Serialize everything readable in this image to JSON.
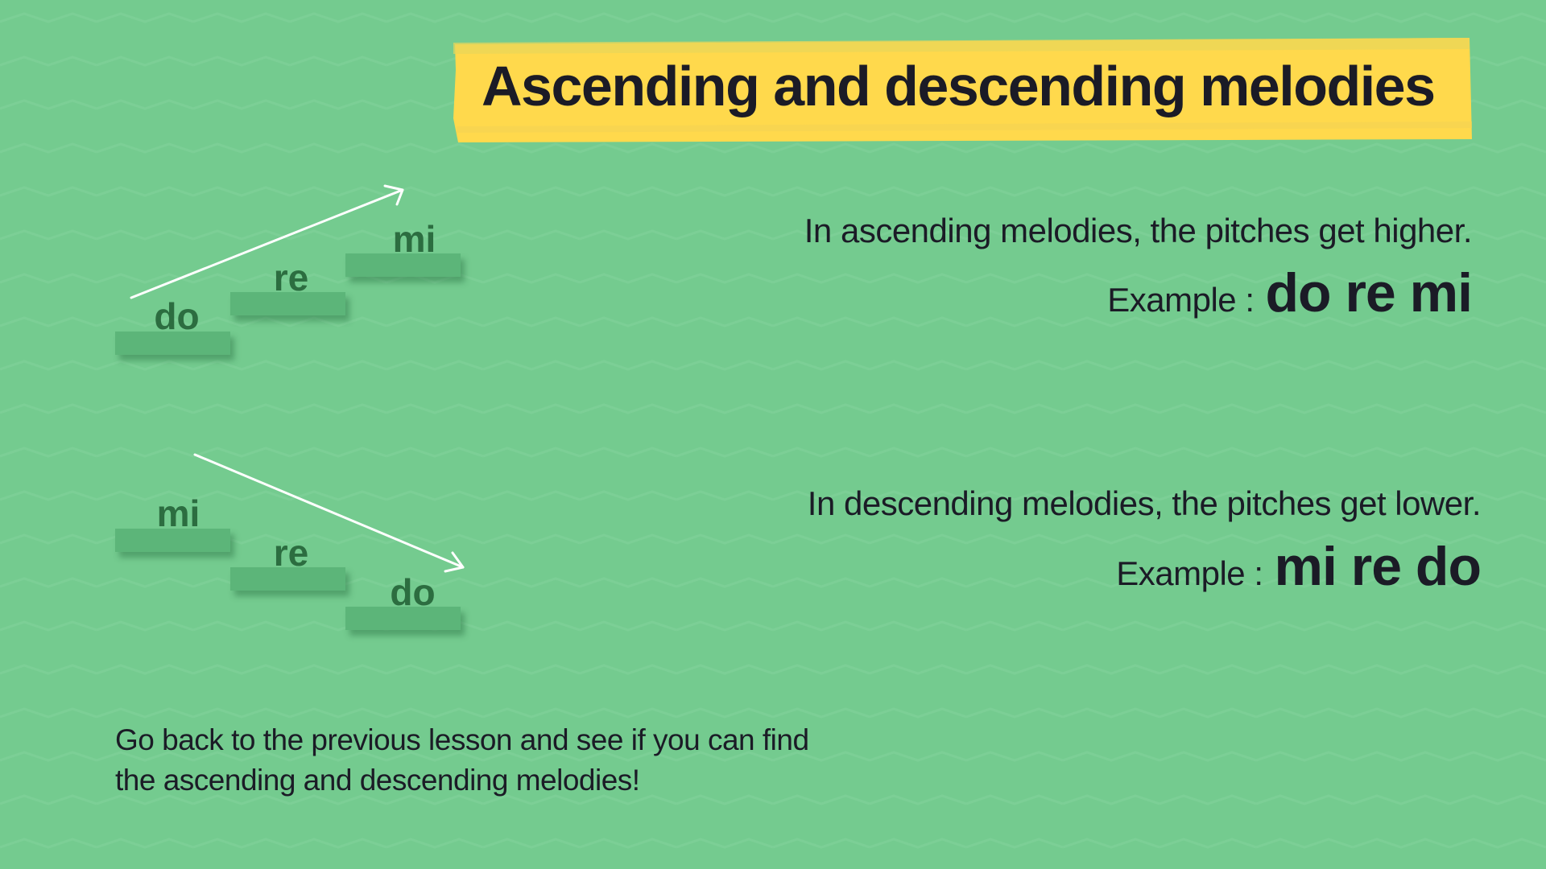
{
  "title": "Ascending and descending melodies",
  "ascending": {
    "steps": [
      "do",
      "re",
      "mi"
    ],
    "description": "In ascending melodies, the pitches get higher.",
    "example_label": "Example :",
    "example_value": "do re mi"
  },
  "descending": {
    "steps": [
      "mi",
      "re",
      "do"
    ],
    "description": "In descending melodies, the pitches get lower.",
    "example_label": "Example :",
    "example_value": "mi re do"
  },
  "footer": {
    "line1": "Go back to the previous lesson and see if you can find",
    "line2": "the ascending and descending melodies!"
  },
  "colors": {
    "background": "#74cb8f",
    "banner": "#ffd94c",
    "step": "#5cb579",
    "syllable": "#2c6d40",
    "text": "#1b1b26",
    "arrow": "#ffffff"
  }
}
